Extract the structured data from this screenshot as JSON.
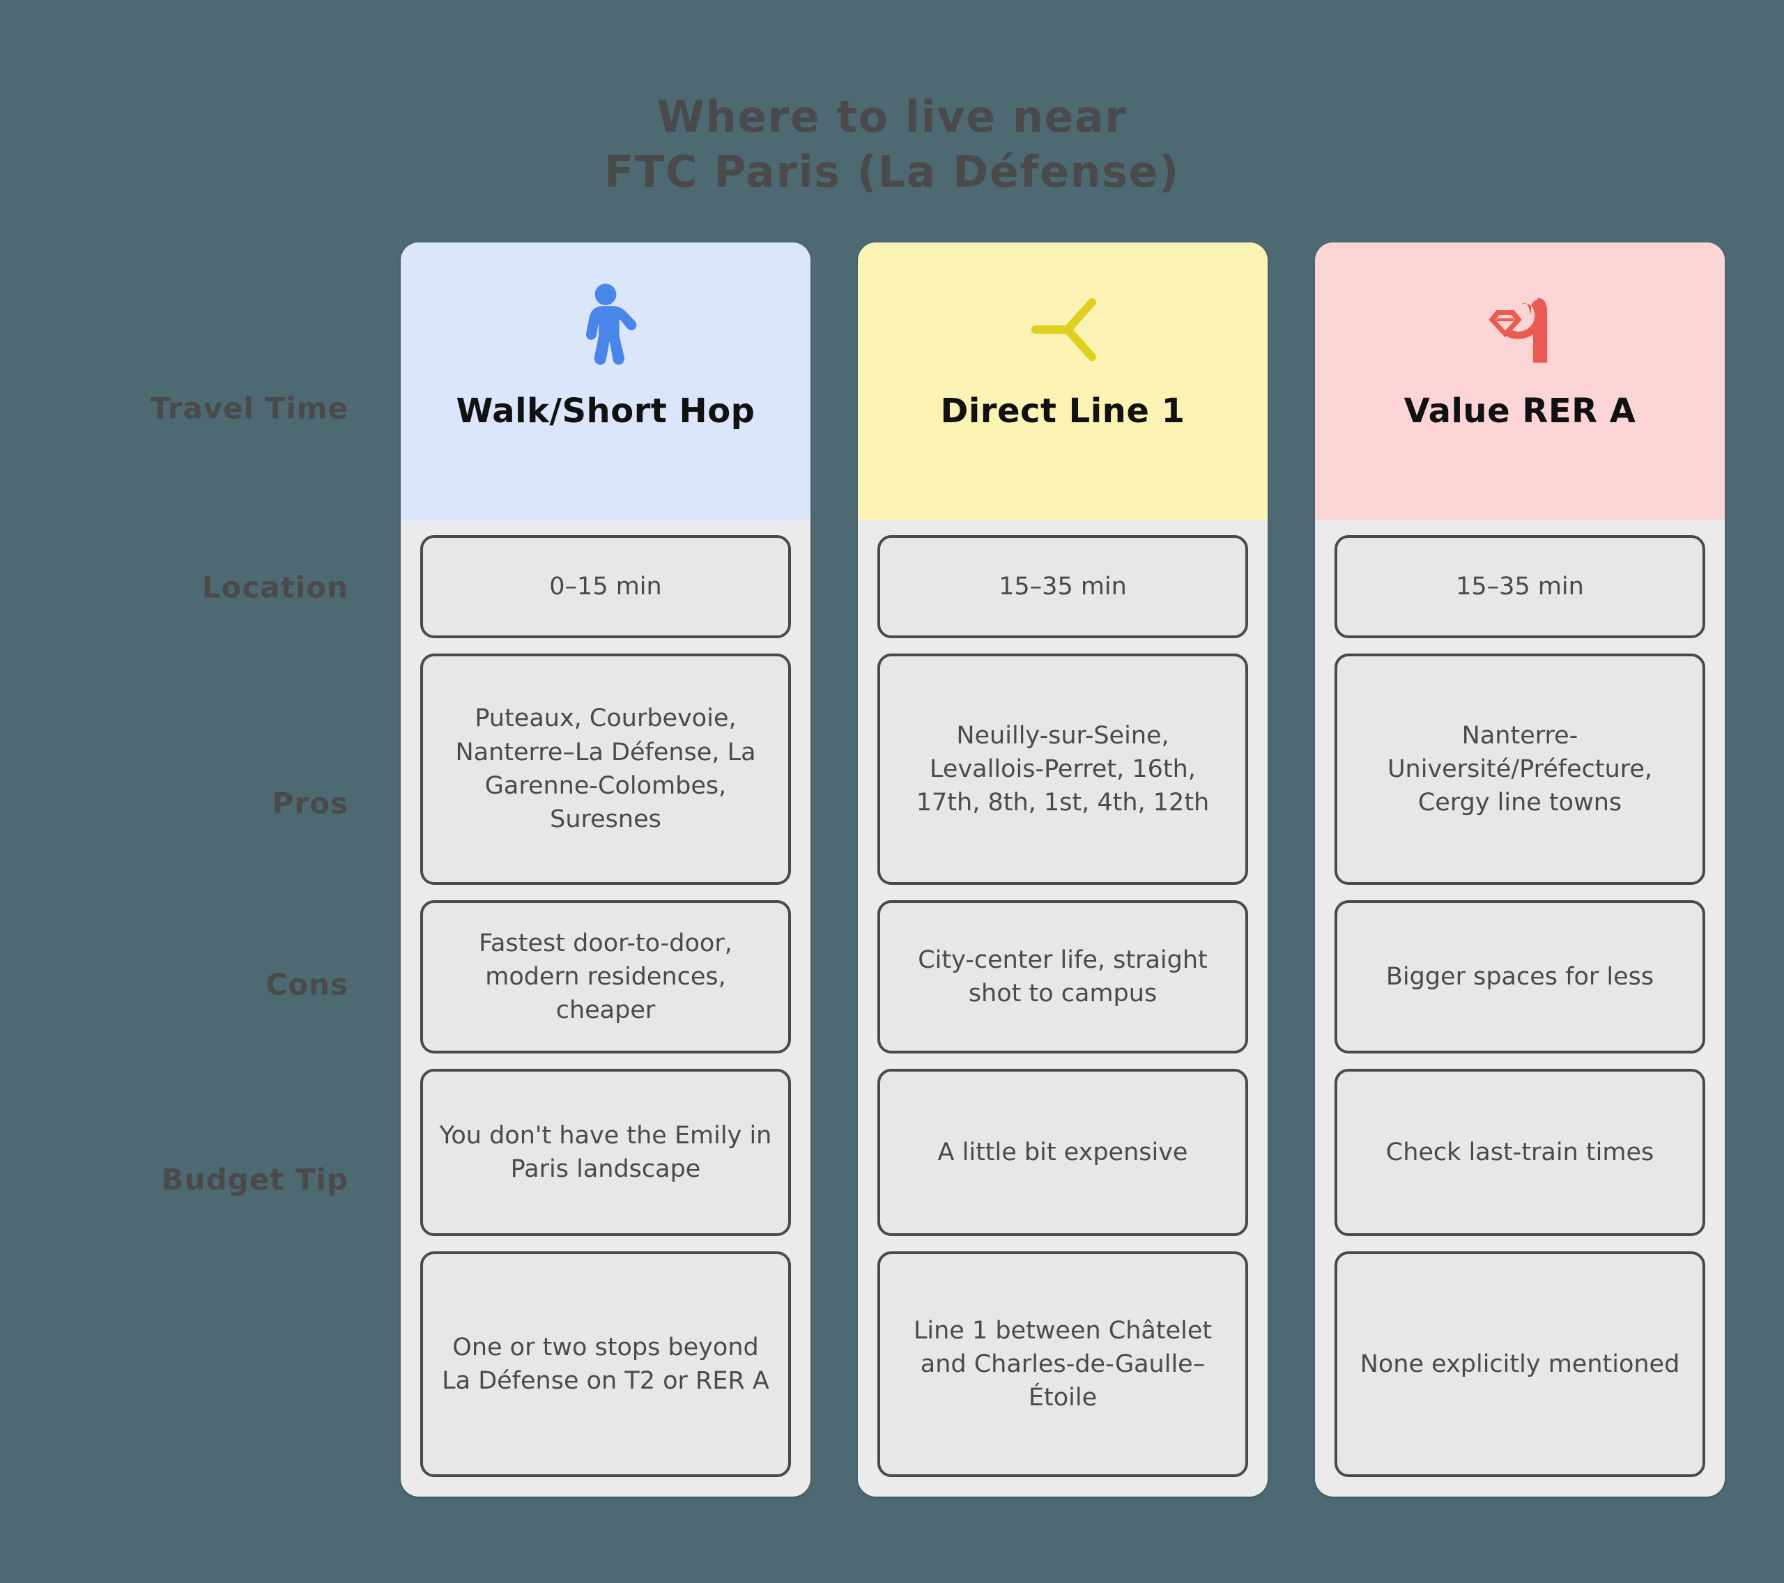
{
  "page": {
    "background_color": "#4d6a73",
    "title_color": "#4a4a4a"
  },
  "header": {
    "title_line1": "Where to live near",
    "title_line2": "FTC Paris (La Défense)"
  },
  "row_labels": [
    "Travel Time",
    "Location",
    "Pros",
    "Cons",
    "Budget Tip"
  ],
  "columns": [
    {
      "title": "Walk/Short Hop",
      "icon": "walking-person-icon",
      "header_color": "#dce6fb",
      "icon_color": "#4a86e8",
      "cells": [
        "0–15 min",
        "Puteaux, Courbevoie, Nanterre–La Défense, La Garenne-Colombes, Suresnes",
        "Fastest door-to-door, modern residences, cheaper",
        "You don't have the Emily in Paris landscape",
        "One or two stops beyond La Défense on T2 or RER A"
      ]
    },
    {
      "title": "Direct Line 1",
      "icon": "route-junction-icon",
      "header_color": "#fbf3b4",
      "icon_color": "#ded01f",
      "cells": [
        "15–35 min",
        "Neuilly-sur-Seine, Levallois-Perret, 16th, 17th, 8th, 1st, 4th, 12th",
        "City-center life, straight shot to campus",
        "A little bit expensive",
        "Line 1 between Châtelet and Charles-de-Gaulle–Étoile"
      ]
    },
    {
      "title": "Value RER A",
      "icon": "hand-holding-gem-icon",
      "header_color": "#fbd5d6",
      "icon_color": "#ea5b51",
      "cells": [
        "15–35 min",
        "Nanterre-Université/Préfecture, Cergy line towns",
        "Bigger spaces for less",
        "Check last-train times",
        "None explicitly mentioned"
      ]
    }
  ],
  "chart_data": {
    "type": "table",
    "title": "Where to live near FTC Paris (La Défense)",
    "row_headers": [
      "Travel Time",
      "Location",
      "Pros",
      "Cons",
      "Budget Tip"
    ],
    "column_headers": [
      "Walk/Short Hop",
      "Direct Line 1",
      "Value RER A"
    ],
    "rows": [
      {
        "label": "Travel Time",
        "values": [
          "0–15 min",
          "15–35 min",
          "15–35 min"
        ]
      },
      {
        "label": "Location",
        "values": [
          "Puteaux, Courbevoie, Nanterre–La Défense, La Garenne-Colombes, Suresnes",
          "Neuilly-sur-Seine, Levallois-Perret, 16th, 17th, 8th, 1st, 4th, 12th",
          "Nanterre-Université/Préfecture, Cergy line towns"
        ]
      },
      {
        "label": "Pros",
        "values": [
          "Fastest door-to-door, modern residences, cheaper",
          "City-center life, straight shot to campus",
          "Bigger spaces for less"
        ]
      },
      {
        "label": "Cons",
        "values": [
          "You don't have the Emily in Paris landscape",
          "A little bit expensive",
          "Check last-train times"
        ]
      },
      {
        "label": "Budget Tip",
        "values": [
          "One or two stops beyond La Défense on T2 or RER A",
          "Line 1 between Châtelet and Charles-de-Gaulle–Étoile",
          "None explicitly mentioned"
        ]
      }
    ]
  }
}
